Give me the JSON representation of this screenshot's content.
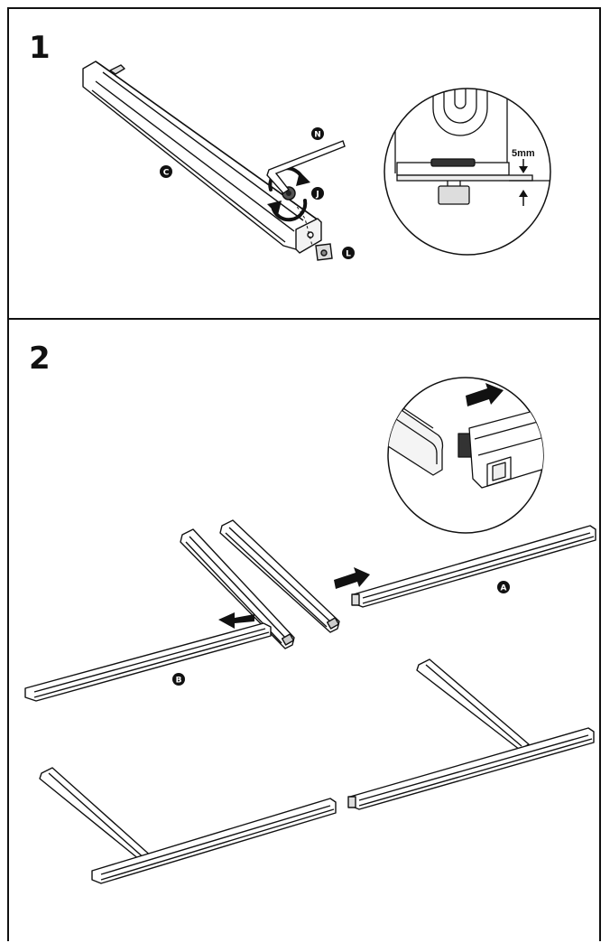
{
  "steps": [
    {
      "number": "1",
      "callouts": {
        "c": "C",
        "n": "N",
        "j": "J",
        "l": "L"
      },
      "detail_dimension": "5mm"
    },
    {
      "number": "2",
      "callouts": {
        "a": "A",
        "b": "B"
      }
    }
  ],
  "colors": {
    "line": "#111111",
    "fill": "#ffffff",
    "shade": "#e6e6e6"
  }
}
